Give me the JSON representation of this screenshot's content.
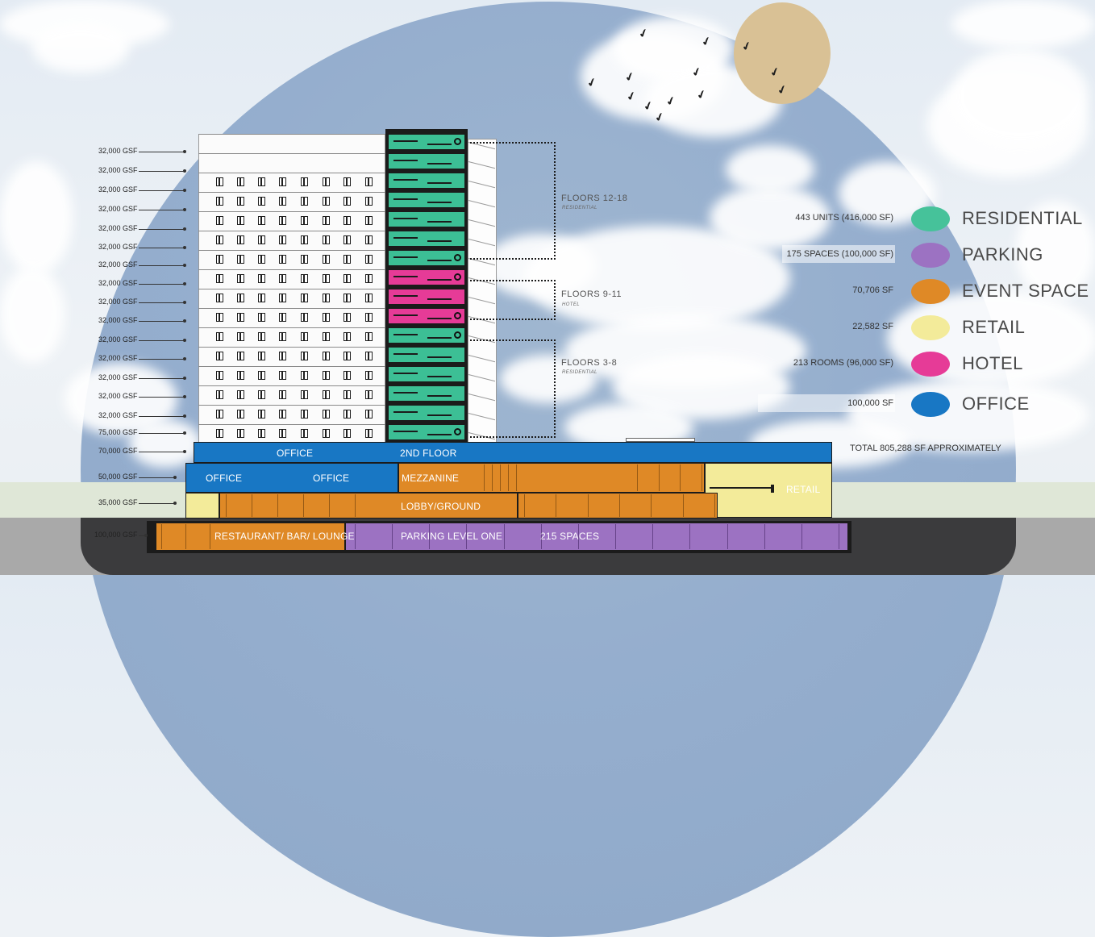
{
  "gsf_labels": [
    "32,000 GSF",
    "32,000 GSF",
    "32,000 GSF",
    "32,000 GSF",
    "32,000 GSF",
    "32,000 GSF",
    "32,000 GSF",
    "32,000 GSF",
    "32,000 GSF",
    "32,000 GSF",
    "32,000 GSF",
    "32,000 GSF",
    "32,000 GSF",
    "32,000 GSF",
    "32,000 GSF",
    "75,000 GSF",
    "70,000 GSF",
    "50,000 GSF",
    "35,000 GSF",
    "100,000 GSF"
  ],
  "floor_groups": [
    {
      "title": "FLOORS 12-18",
      "subtitle": "RESIDENTIAL"
    },
    {
      "title": "FLOORS 9-11",
      "subtitle": "HOTEL"
    },
    {
      "title": "FLOORS 3-8",
      "subtitle": "RESIDENTIAL"
    }
  ],
  "podium": {
    "level2": {
      "office": "OFFICE",
      "name": "2ND FLOOR"
    },
    "mezzanine": {
      "office_a": "OFFICE",
      "office_b": "OFFICE",
      "name": "MEZZANINE",
      "retail": "RETAIL"
    },
    "lobby": {
      "name": "LOBBY/GROUND"
    },
    "parking": {
      "restaurant": "RESTAURANT/ BAR/ LOUNGE",
      "name": "PARKING LEVEL ONE",
      "spaces": "215 SPACES"
    }
  },
  "legend": [
    {
      "value": "443 UNITS (416,000 SF)",
      "name": "RESIDENTIAL",
      "color": "#46c29a"
    },
    {
      "value": "175 SPACES (100,000 SF)",
      "name": "PARKING",
      "color": "#9c72c2"
    },
    {
      "value": "70,706 SF",
      "name": "EVENT SPACE",
      "color": "#df8926"
    },
    {
      "value": "22,582 SF",
      "name": "RETAIL",
      "color": "#f3eb9a"
    },
    {
      "value": "213 ROOMS (96,000 SF)",
      "name": "HOTEL",
      "color": "#e63b97"
    },
    {
      "value": "100,000 SF",
      "name": "OFFICE",
      "color": "#1877c4"
    }
  ],
  "total": "TOTAL 805,288 SF APPROXIMATELY",
  "colors": {
    "residential": "#3cbf95",
    "hotel": "#e63b97",
    "office": "#1877c4",
    "event": "#df8926",
    "retail": "#f3eb9a",
    "parking": "#9c72c2",
    "sun": "#d9c195",
    "sky": "#95aece"
  }
}
